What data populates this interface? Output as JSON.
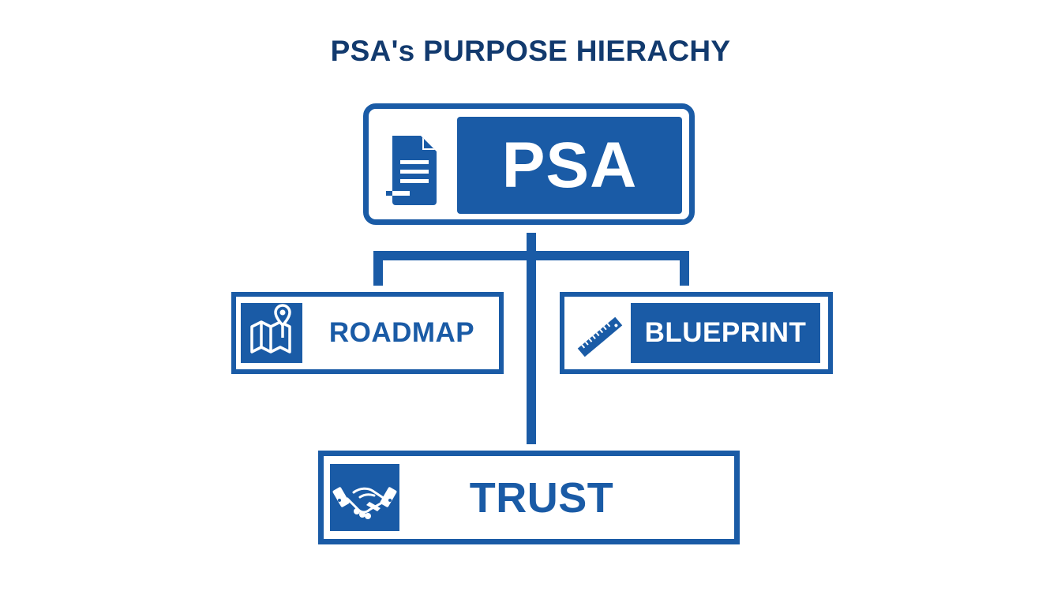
{
  "title": "PSA's PURPOSE HIERACHY",
  "colors": {
    "primary_blue": "#1a5ba6",
    "title_navy": "#123a6e",
    "background": "#ffffff"
  },
  "nodes": {
    "root": {
      "label": "PSA",
      "icon": "document-icon",
      "level": 1
    },
    "left": {
      "label": "ROADMAP",
      "icon": "map-pin-icon",
      "level": 2
    },
    "right": {
      "label": "BLUEPRINT",
      "icon": "ruler-icon",
      "level": 2
    },
    "bottom": {
      "label": "TRUST",
      "icon": "handshake-icon",
      "level": 3
    }
  },
  "edges": [
    {
      "from": "PSA",
      "to": "ROADMAP"
    },
    {
      "from": "PSA",
      "to": "BLUEPRINT"
    },
    {
      "from": "PSA",
      "to": "TRUST"
    }
  ]
}
